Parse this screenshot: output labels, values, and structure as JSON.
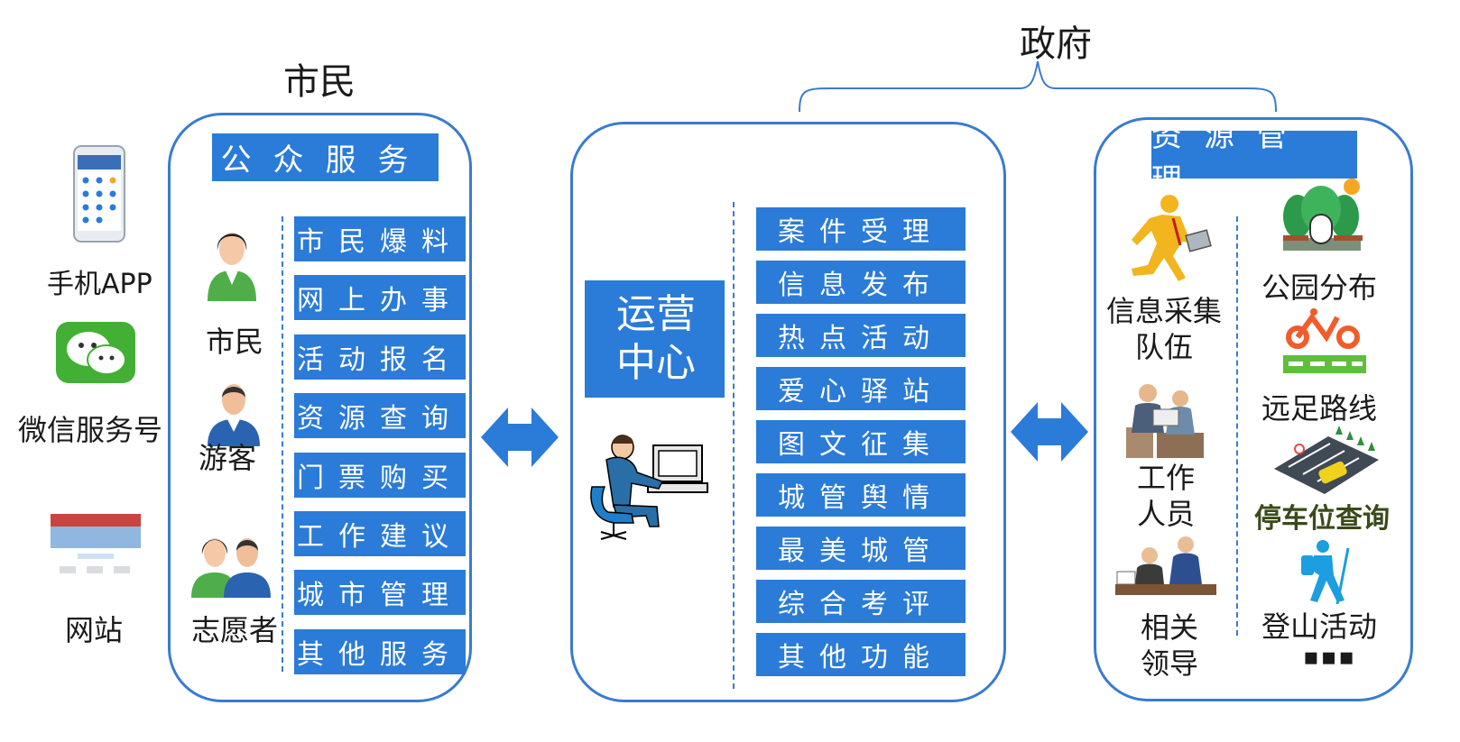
{
  "titles": {
    "citizen": "市民",
    "government": "政府"
  },
  "channels": [
    {
      "label": "手机APP",
      "icon": "mobile-app-icon"
    },
    {
      "label": "微信服务号",
      "icon": "wechat-icon"
    },
    {
      "label": "网站",
      "icon": "website-icon"
    }
  ],
  "public_service": {
    "header": "公众服务",
    "users": [
      {
        "label": "市民",
        "icon": "citizen-woman-icon"
      },
      {
        "label": "游客",
        "icon": "tourist-man-icon"
      },
      {
        "label": "志愿者",
        "icon": "volunteers-icon"
      }
    ],
    "items": [
      "市民爆料",
      "网上办事",
      "活动报名",
      "资源查询",
      "门票购买",
      "工作建议",
      "城市管理",
      "其他服务"
    ]
  },
  "operations": {
    "center_label": "运营中心",
    "icon": "operator-computer-icon",
    "items": [
      "案件受理",
      "信息发布",
      "热点活动",
      "爱心驿站",
      "图文征集",
      "城管舆情",
      "最美城管",
      "综合考评",
      "其他功能"
    ]
  },
  "resource": {
    "header": "资源管理",
    "left": [
      {
        "label": "信息采集队伍",
        "icon": "runner-briefcase-icon"
      },
      {
        "label": "工作人员",
        "icon": "staff-meeting-icon"
      },
      {
        "label": "相关领导",
        "icon": "leaders-desk-icon"
      }
    ],
    "right": [
      {
        "label": "公园分布",
        "icon": "park-gate-icon"
      },
      {
        "label": "远足路线",
        "icon": "bike-route-icon"
      },
      {
        "label": "停车位查询",
        "icon": "parking-lot-icon"
      },
      {
        "label": "登山活动",
        "icon": "hiker-icon"
      }
    ],
    "more": "▪▪▪"
  },
  "colors": {
    "primary": "#2b7bd8",
    "border": "#3a7bd0"
  }
}
